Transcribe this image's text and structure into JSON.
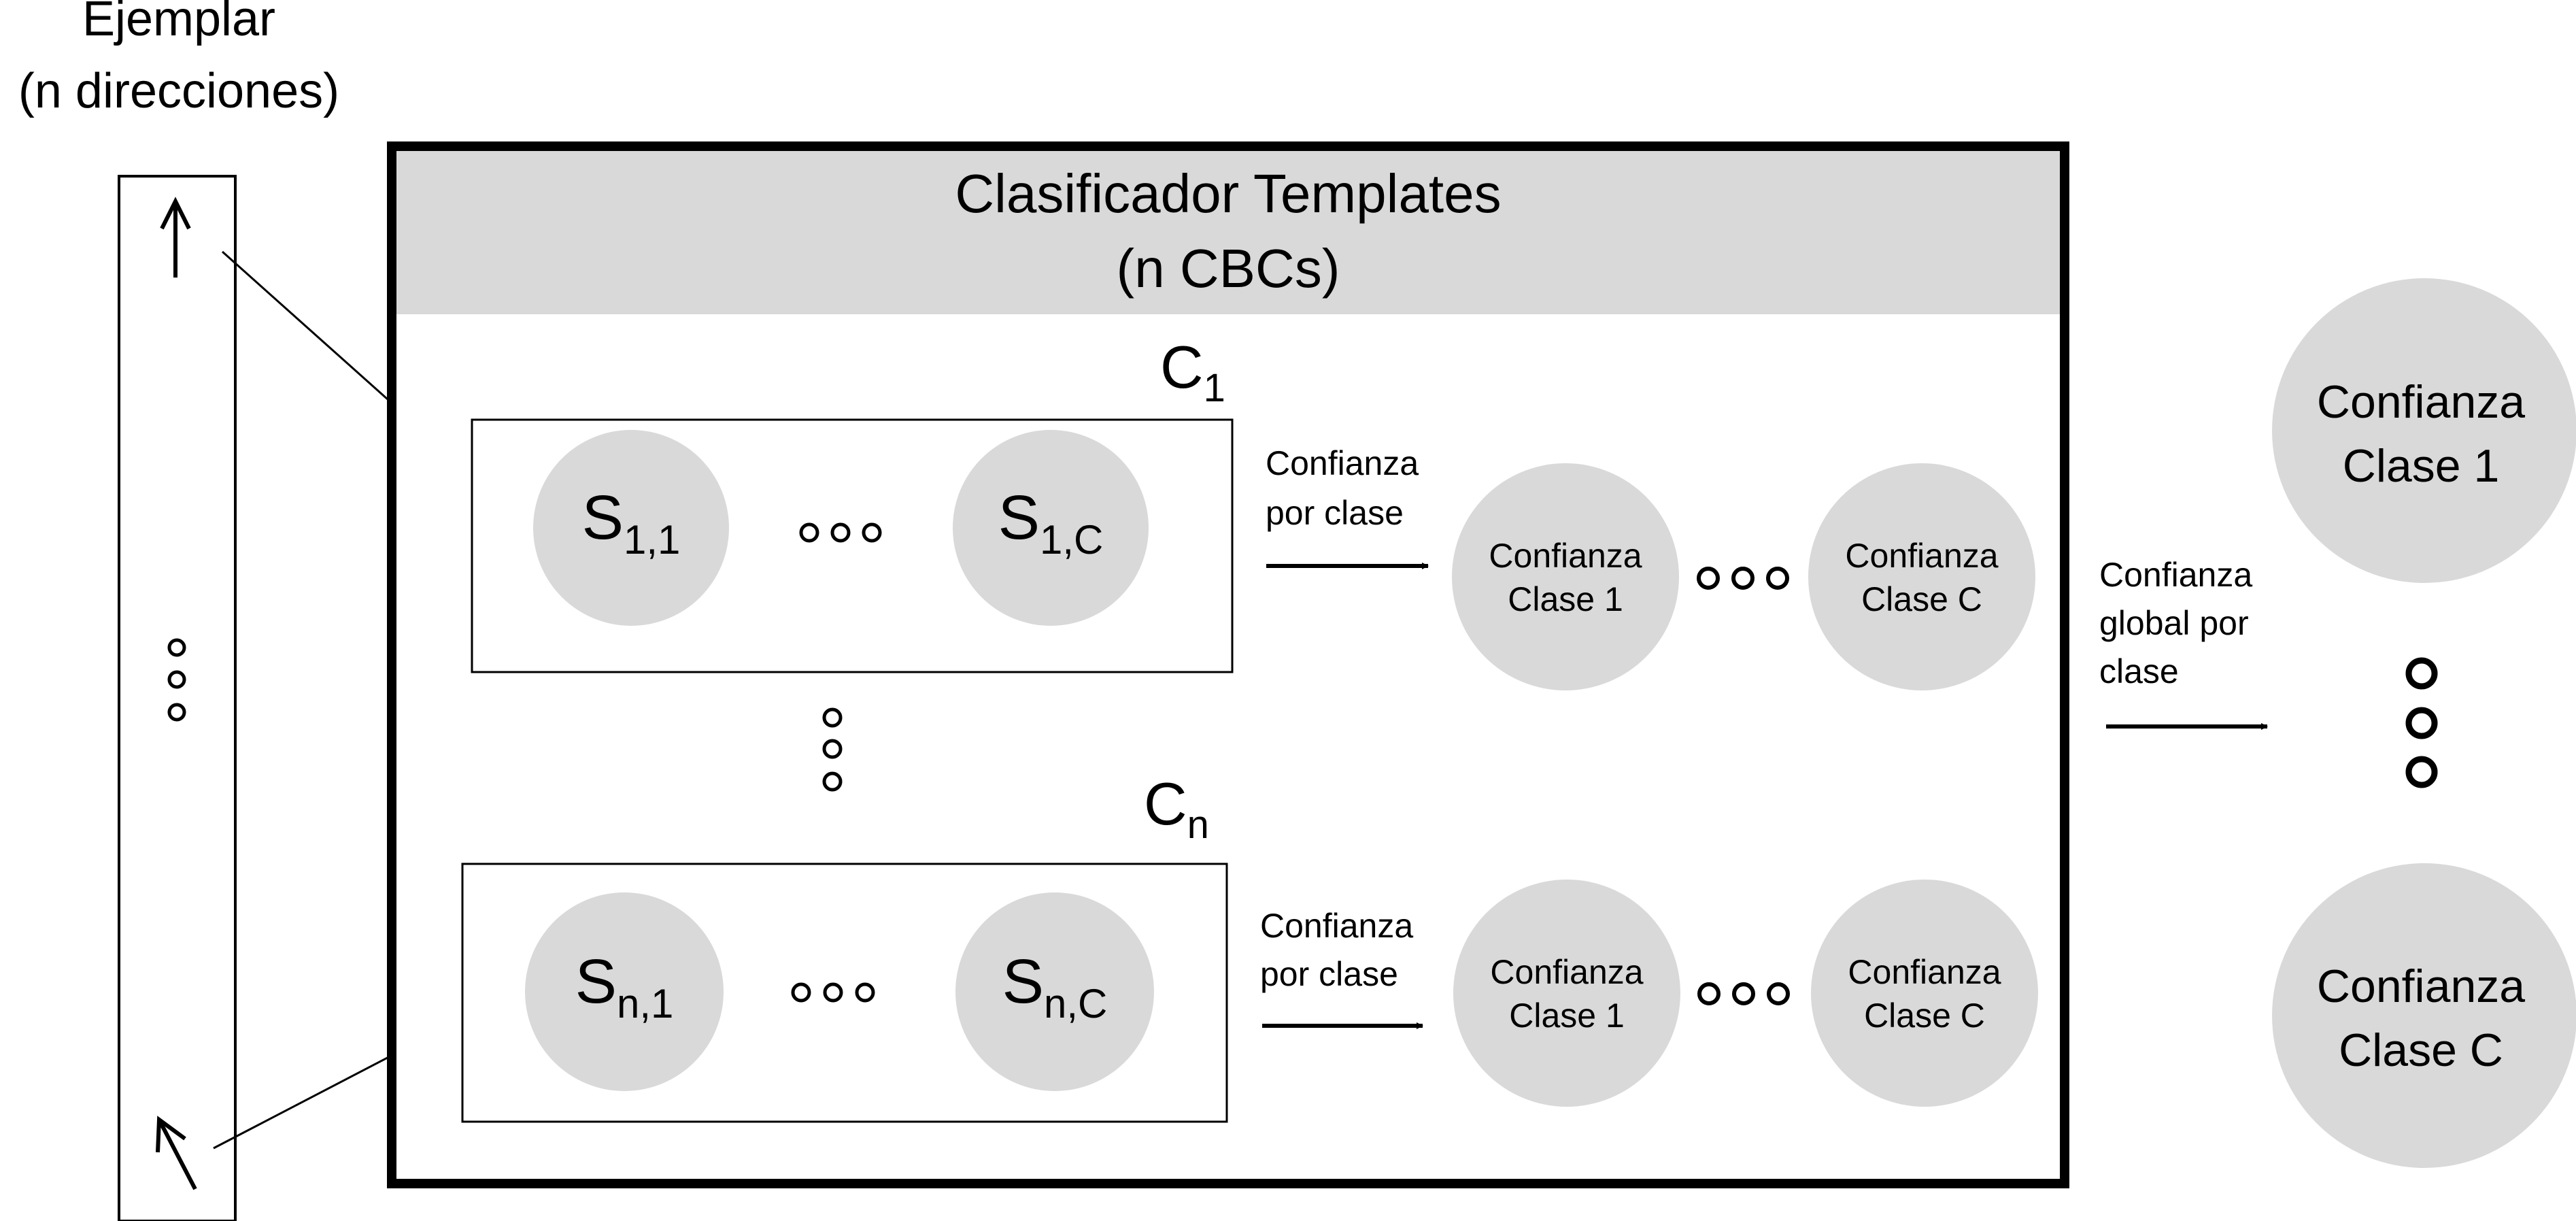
{
  "input": {
    "title_line1": "Ejemplar",
    "title_line2": "(n direcciones)"
  },
  "classifier": {
    "title_line1": "Clasificador Templates",
    "title_line2": "(n CBCs)",
    "cbcs": [
      {
        "label_main": "C",
        "label_sub": "1",
        "first_node": {
          "main": "S",
          "sub": "1,1"
        },
        "last_node": {
          "main": "S",
          "sub": "1,C"
        }
      },
      {
        "label_main": "C",
        "label_sub": "n",
        "first_node": {
          "main": "S",
          "sub": "n,1"
        },
        "last_node": {
          "main": "S",
          "sub": "n,C"
        }
      }
    ],
    "arrow_label_line1": "Confianza",
    "arrow_label_line2": "por clase",
    "conf_first": {
      "line1": "Confianza",
      "line2": "Clase 1"
    },
    "conf_last": {
      "line1": "Confianza",
      "line2": "Clase C"
    }
  },
  "global": {
    "arrow_label_line1": "Confianza",
    "arrow_label_line2": "global por",
    "arrow_label_line3": "clase",
    "out_first": {
      "line1": "Confianza",
      "line2": "Clase 1"
    },
    "out_last": {
      "line1": "Confianza",
      "line2": "Clase C"
    }
  },
  "colors": {
    "node_fill": "#d9d9d9",
    "header_fill": "#d9d9d9",
    "stroke": "#000000"
  }
}
